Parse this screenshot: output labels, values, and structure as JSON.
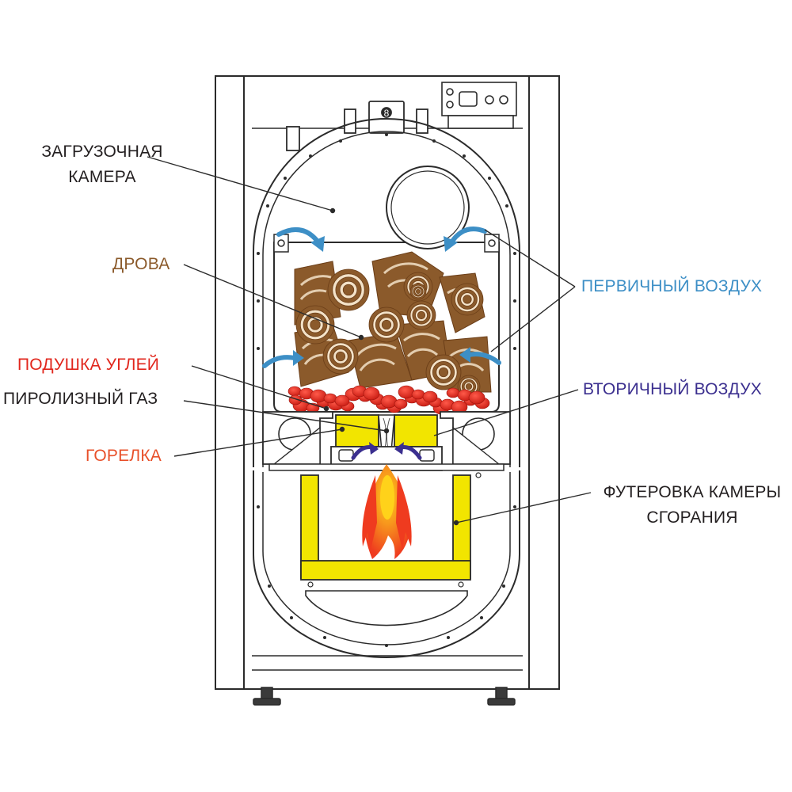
{
  "labels": {
    "loading_chamber": [
      "ЗАГРУЗОЧНАЯ",
      "КАМЕРА"
    ],
    "firewood": "ДРОВА",
    "coal_bed": "ПОДУШКА УГЛЕЙ",
    "pyrolysis_gas": "ПИРОЛИЗНЫЙ ГАЗ",
    "burner": "ГОРЕЛКА",
    "primary_air": "ПЕРВИЧНЫЙ ВОЗДУХ",
    "secondary_air": "ВТОРИЧНЫЙ ВОЗДУХ",
    "combustion_lining": [
      "ФУТЕРОВКА КАМЕРЫ",
      "СГОРАНИЯ"
    ]
  },
  "control_panel_symbol": "8",
  "colors": {
    "outline": "#2b2b2b",
    "label_dark": "#231f20",
    "firewood": "#8b5a2b",
    "coal": "#e1261c",
    "burner": "#e8502a",
    "primary_air": "#3d8fc6",
    "secondary_air": "#3b2f8f",
    "lining": "#f2e500"
  }
}
